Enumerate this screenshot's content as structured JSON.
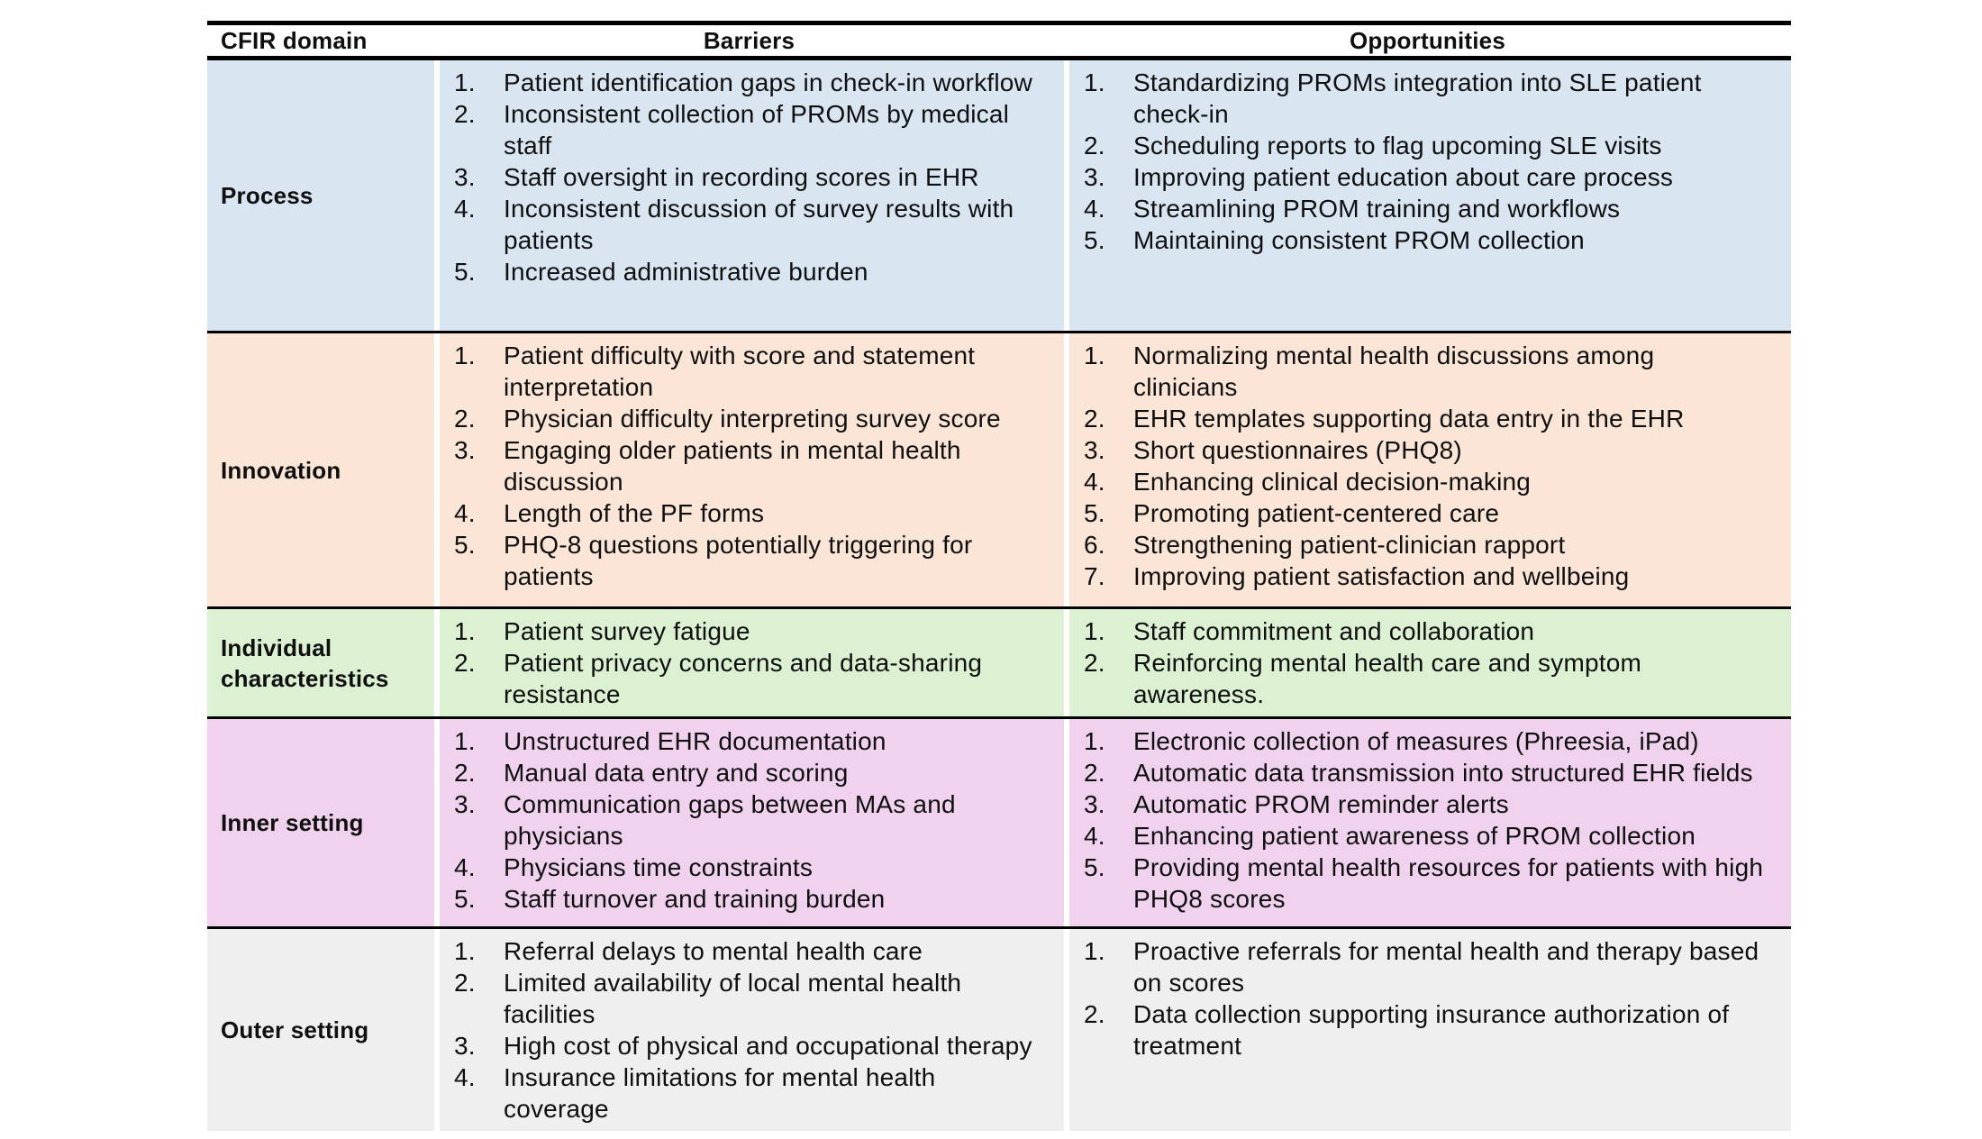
{
  "table": {
    "header": {
      "domain": "CFIR domain",
      "barriers": "Barriers",
      "opportunities": "Opportunities"
    },
    "colors": {
      "border": "#000000",
      "divider": "#ffffff",
      "text": "#0f0f0f",
      "row_process": "#d9e6f2",
      "row_innovation": "#fbe5d7",
      "row_individual": "#dcf0d2",
      "row_inner": "#f0d2ee",
      "row_outer": "#efefef"
    },
    "rows": [
      {
        "domain": "Process",
        "color": "#d9e6f2",
        "barriers": [
          "Patient identification gaps in check-in workflow",
          "Inconsistent collection of PROMs by medical staff",
          "Staff oversight in recording scores in EHR",
          "Inconsistent discussion of survey results with patients",
          "Increased administrative burden"
        ],
        "opportunities": [
          "Standardizing PROMs integration into SLE patient check-in",
          "Scheduling reports to flag upcoming SLE visits",
          "Improving patient education about care process",
          "Streamlining PROM training and workflows",
          "Maintaining consistent PROM collection"
        ]
      },
      {
        "domain": "Innovation",
        "color": "#fbe5d7",
        "barriers": [
          "Patient difficulty with score and statement interpretation",
          "Physician difficulty interpreting survey score",
          "Engaging older patients in mental health discussion",
          "Length of the PF forms",
          "PHQ-8 questions potentially triggering for patients"
        ],
        "opportunities": [
          "Normalizing mental health discussions among clinicians",
          "EHR templates supporting data entry in the EHR",
          "Short questionnaires (PHQ8)",
          "Enhancing clinical decision-making",
          "Promoting patient-centered care",
          "Strengthening patient-clinician rapport",
          "Improving patient satisfaction and wellbeing"
        ]
      },
      {
        "domain": "Individual characteristics",
        "color": "#dcf0d2",
        "barriers": [
          "Patient survey fatigue",
          "Patient privacy concerns and data-sharing resistance"
        ],
        "opportunities": [
          "Staff commitment and collaboration",
          "Reinforcing mental health care and symptom awareness."
        ]
      },
      {
        "domain": "Inner setting",
        "color": "#f0d2ee",
        "barriers": [
          "Unstructured EHR documentation",
          "Manual data entry and scoring",
          "Communication gaps between MAs and physicians",
          "Physicians time constraints",
          "Staff turnover and training burden"
        ],
        "opportunities": [
          "Electronic collection of measures (Phreesia, iPad)",
          "Automatic data transmission into structured EHR fields",
          "Automatic PROM reminder alerts",
          "Enhancing patient awareness of PROM collection",
          "Providing mental health resources for patients with high PHQ8 scores"
        ]
      },
      {
        "domain": "Outer setting",
        "color": "#efefef",
        "barriers": [
          "Referral delays to mental health care",
          "Limited availability of local mental health facilities",
          "High cost of physical and occupational therapy",
          "Insurance limitations for mental health coverage"
        ],
        "opportunities": [
          "Proactive referrals for mental health and therapy based on scores",
          "Data collection supporting insurance authorization of treatment"
        ]
      }
    ]
  }
}
